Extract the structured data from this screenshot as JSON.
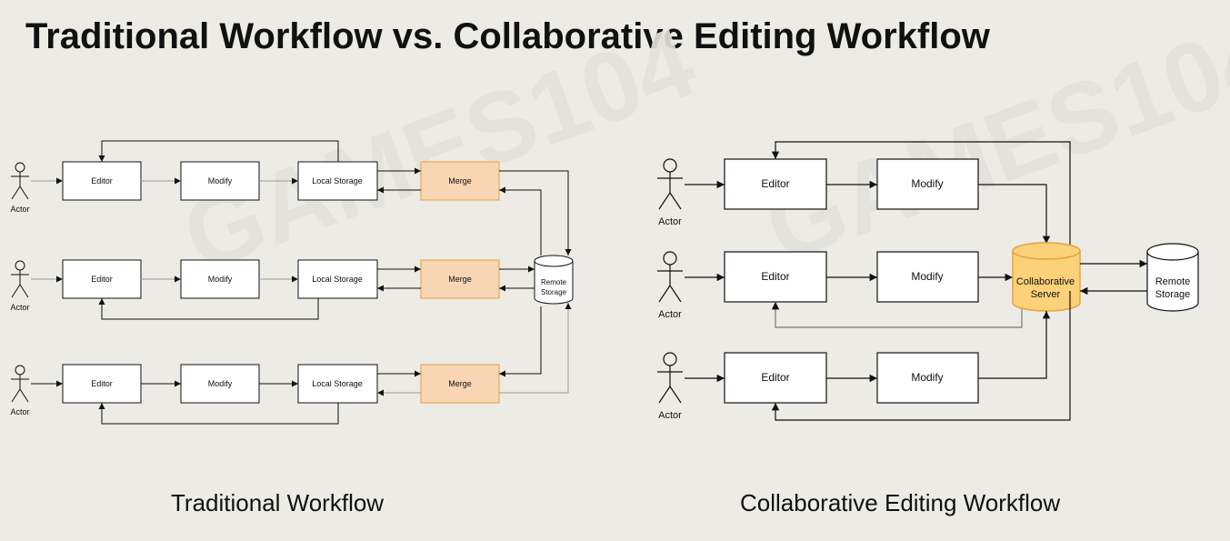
{
  "slide": {
    "title": "Traditional Workflow vs. Collaborative Editing Workflow"
  },
  "watermark": "GAMES104",
  "traditional": {
    "caption": "Traditional Workflow",
    "actor_label": "Actor",
    "editor_label": "Editor",
    "modify_label": "Modify",
    "local_storage_label": "Local Storage",
    "merge_label": "Merge",
    "remote_storage_line1": "Remote",
    "remote_storage_line2": "Storage",
    "merge_fill": "#f8d6b3",
    "merge_stroke": "#e6a23c"
  },
  "collaborative": {
    "caption": "Collaborative Editing Workflow",
    "actor_label": "Actor",
    "editor_label": "Editor",
    "modify_label": "Modify",
    "server_line1": "Collaborative",
    "server_line2": "Server",
    "remote_storage_line1": "Remote",
    "remote_storage_line2": "Storage",
    "server_fill": "#fbd17a",
    "server_stroke": "#e6a23c"
  }
}
